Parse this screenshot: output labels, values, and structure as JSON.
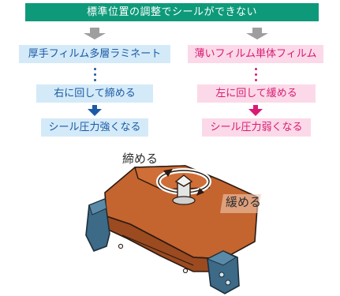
{
  "banner": {
    "text": "標準位置の調整でシールができない"
  },
  "left": {
    "film_type": "厚手フィルム多層ラミネート",
    "turn": "右に回して締める",
    "result": "シール圧力強くなる",
    "color": "#1a5aa6",
    "bg": "#d4eaf8"
  },
  "right": {
    "film_type": "薄いフィルム単体フィルム",
    "turn": "左に回して緩める",
    "result": "シール圧力弱くなる",
    "color": "#d81b73",
    "bg": "#fbd9e8"
  },
  "illustration": {
    "tighten_label": "締める",
    "loosen_label": "緩める",
    "colors": {
      "body": "#b85a2a",
      "endcap": "#3d6a86",
      "arrow_gray": "#9e9e9e"
    }
  }
}
